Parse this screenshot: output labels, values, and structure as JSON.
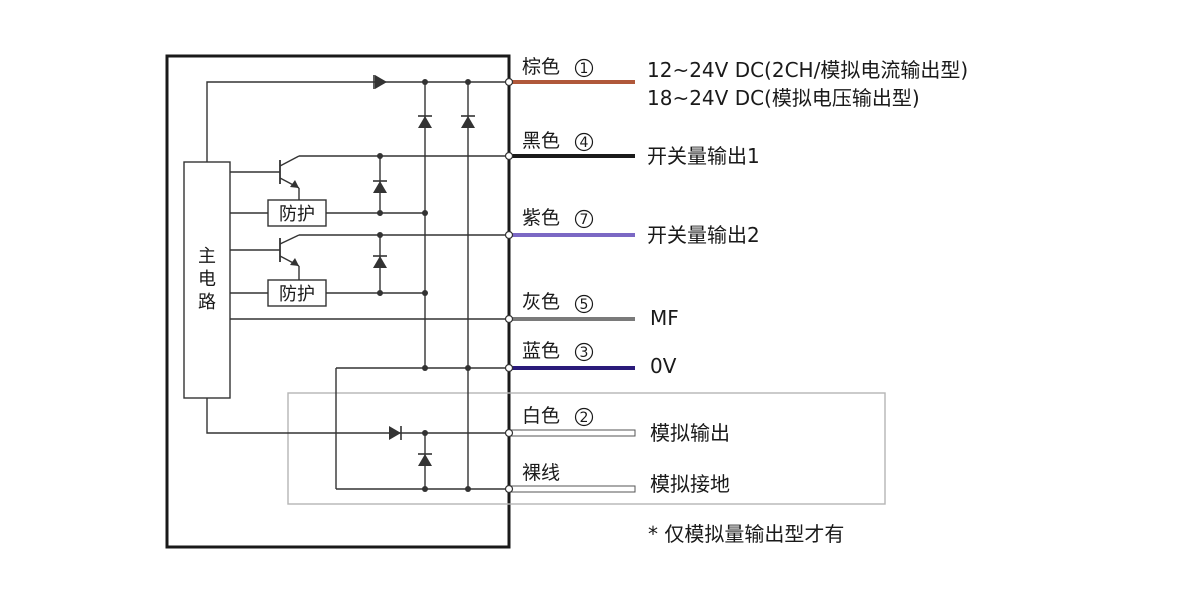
{
  "main_circuit_label": [
    "主",
    "电",
    "路"
  ],
  "protect_label": "防护",
  "wires": [
    {
      "id": "brown",
      "name": "棕色",
      "num": "1",
      "color": "#b0583a",
      "desc": [
        "12~24V DC(2CH/模拟电流输出型)",
        "18~24V DC(模拟电压输出型)"
      ]
    },
    {
      "id": "black",
      "name": "黑色",
      "num": "4",
      "color": "#1a1a1a",
      "desc": [
        "开关量输出1"
      ]
    },
    {
      "id": "purple",
      "name": "紫色",
      "num": "7",
      "color": "#7b68c4",
      "desc": [
        "开关量输出2"
      ]
    },
    {
      "id": "gray",
      "name": "灰色",
      "num": "5",
      "color": "#7a7a7a",
      "desc": [
        "MF"
      ]
    },
    {
      "id": "blue",
      "name": "蓝色",
      "num": "3",
      "color": "#2a1a7a",
      "desc": [
        "0V"
      ]
    },
    {
      "id": "white",
      "name": "白色",
      "num": "2",
      "color": "#ffffff",
      "desc": [
        "模拟输出"
      ]
    },
    {
      "id": "bare",
      "name": "裸线",
      "num": "",
      "color": "#ffffff",
      "desc": [
        "模拟接地"
      ]
    }
  ],
  "footnote": "* 仅模拟量输出型才有"
}
